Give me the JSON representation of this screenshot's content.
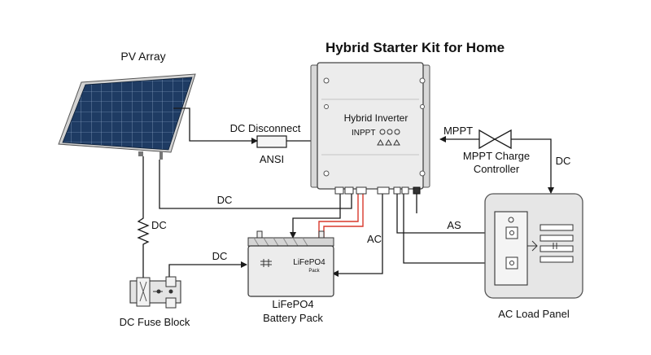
{
  "title": "Hybrid Starter Kit for Home",
  "pv_array": {
    "label": "PV Array"
  },
  "inverter": {
    "label": "Hybrid Inverter",
    "indicator_text": "INPPT"
  },
  "dc_disconnect": {
    "label": "DC Disconnect",
    "sublabel": "ANSI"
  },
  "mppt": {
    "wire_label": "MPPT",
    "label_line1": "MPPT Charge",
    "label_line2": "Controller",
    "dc_label": "DC"
  },
  "battery": {
    "case_text": "LiFePO4",
    "case_subtext": "Pack",
    "label_line1": "LiFePO4",
    "label_line2": "Battery Pack"
  },
  "fuse_block": {
    "label": "DC Fuse Block"
  },
  "ac_panel": {
    "label": "AC Load Panel"
  },
  "wire_labels": {
    "pv_to_inverter_dc": "DC",
    "fuse_dc": "DC",
    "fuse_to_battery_dc": "DC",
    "ac": "AC",
    "as": "AS"
  },
  "colors": {
    "positive_wire": "#d9382c",
    "line": "#1a1a1a",
    "panel_fill": "#e6e6e6",
    "inverter_fill": "#ececec"
  }
}
